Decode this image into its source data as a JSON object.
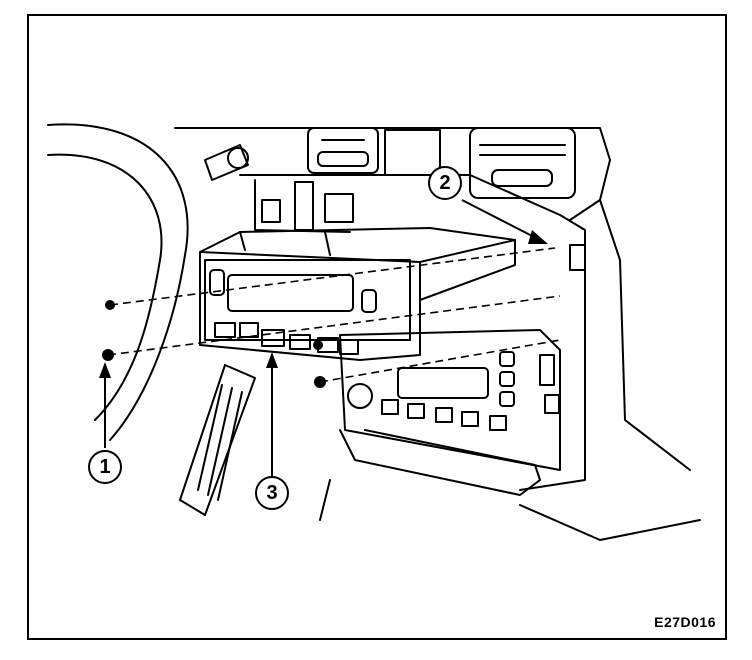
{
  "diagram": {
    "callouts": [
      {
        "id": "c1",
        "label": "1"
      },
      {
        "id": "c2",
        "label": "2"
      },
      {
        "id": "c3",
        "label": "3"
      }
    ],
    "figure_code": "E27D016"
  }
}
